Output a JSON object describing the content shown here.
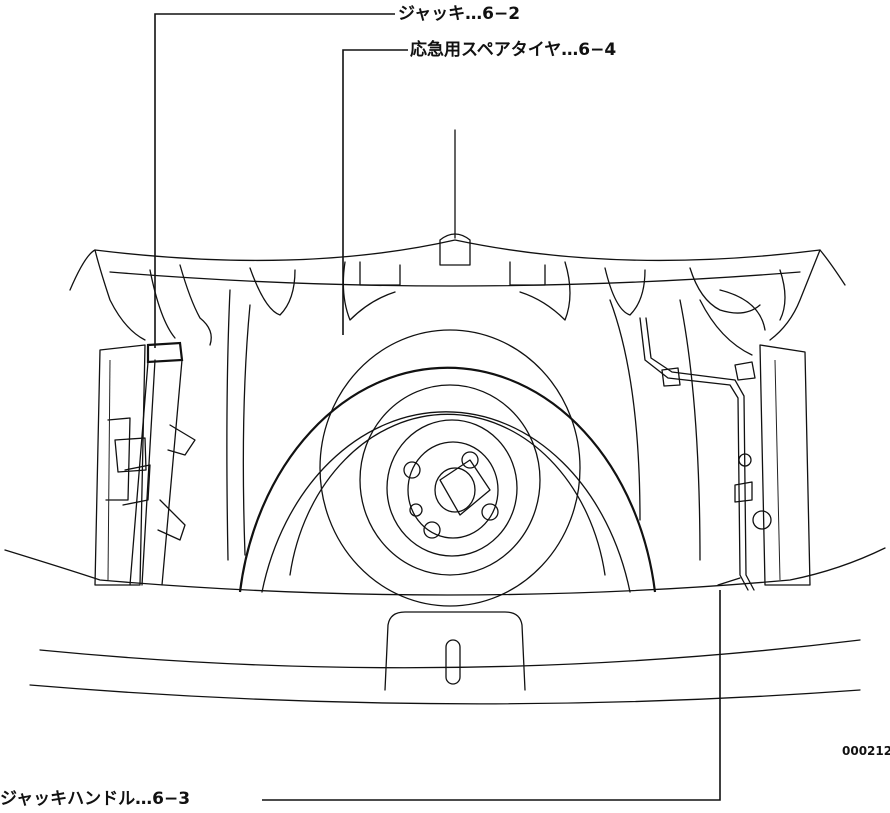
{
  "labels": {
    "jack": "ジャッキ…6−2",
    "spare_tire": "応急用スペアタイヤ…6−4",
    "jack_handle": "ジャッキハンドル…6−3"
  },
  "figure_code": "000212"
}
